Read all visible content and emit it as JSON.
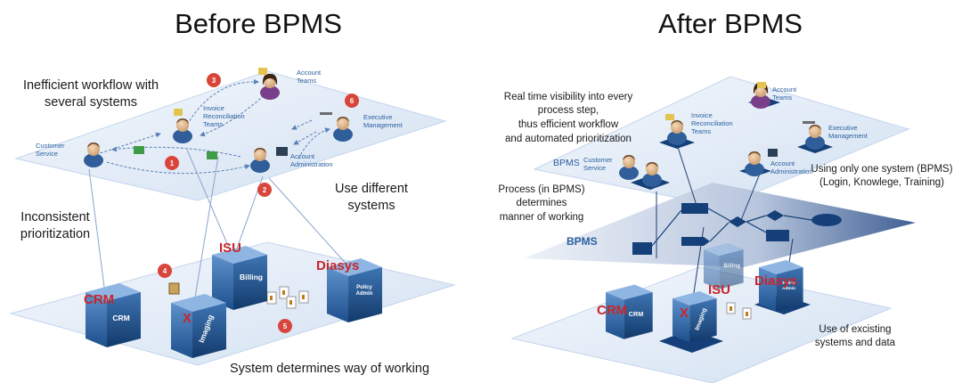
{
  "left": {
    "title": "Before BPMS",
    "captions": {
      "inefficient_1": "Inefficient workflow with",
      "inefficient_2": "several systems",
      "inconsistent_1": "Inconsistent",
      "inconsistent_2": "prioritization",
      "different_1": "Use different",
      "different_2": "systems",
      "system_determines": "System determines way of working"
    },
    "roles": {
      "account_teams_1": "Account",
      "account_teams_2": "Teams",
      "invoice_1": "Invoice",
      "invoice_2": "Reconciliation",
      "invoice_3": "Teams",
      "executive_1": "Executive",
      "executive_2": "Management",
      "customer_1": "Customer",
      "customer_2": "Service",
      "account_admin_1": "Account",
      "account_admin_2": "Administration"
    },
    "steps": [
      "1",
      "2",
      "3",
      "4",
      "5",
      "6"
    ],
    "systems": {
      "crm_red": "CRM",
      "crm_white": "CRM",
      "isu_red": "ISU",
      "billing": "Billing",
      "x_red": "X",
      "imaging": "Imaging",
      "diasys_red": "Diasys",
      "policy_1": "Policy",
      "policy_2": "Admin"
    }
  },
  "right": {
    "title": "After BPMS",
    "captions": {
      "realtime_1": "Real time visibility into every",
      "realtime_2": "process step,",
      "realtime_3": "thus efficient workflow",
      "realtime_4": "and automated prioritization",
      "process_1": "Process (in BPMS)",
      "process_2": "determines",
      "process_3": "manner of working",
      "one_system_1": "Using only one system (BPMS)",
      "one_system_2": "(Login, Knowlege, Training)",
      "existing_1": "Use of excisting",
      "existing_2": "systems and data"
    },
    "roles": {
      "account_teams_1": "Account",
      "account_teams_2": "Teams",
      "invoice_1": "Invoice",
      "invoice_2": "Reconciliation",
      "invoice_3": "Teams",
      "executive_1": "Executive",
      "executive_2": "Management",
      "bpms_prefix": "BPMS",
      "customer_1": "Customer",
      "customer_2": "Service",
      "account_admin_1": "Account",
      "account_admin_2": "Administration"
    },
    "bpms_layer_label": "BPMS",
    "systems": {
      "crm_red": "CRM",
      "crm_white": "CRM",
      "isu_red": "ISU",
      "billing": "Billing",
      "x_red": "X",
      "imaging": "Imaging",
      "diasys_red": "Diasys",
      "policy_1": "Policy",
      "policy_2": "Admin"
    }
  },
  "colors": {
    "plane": "#dfe9f6",
    "plane_edge": "#c4d5ec",
    "cube_dark": "#1f5a96",
    "cube_light": "#7aa6d6",
    "badge": "#d8453b",
    "arrow": "#5a7fb8",
    "system_red": "#c8262b",
    "bpms_shape": "#143f78"
  },
  "icons": [
    "person-icon",
    "document-icon",
    "screen-icon",
    "monitor-icon"
  ]
}
